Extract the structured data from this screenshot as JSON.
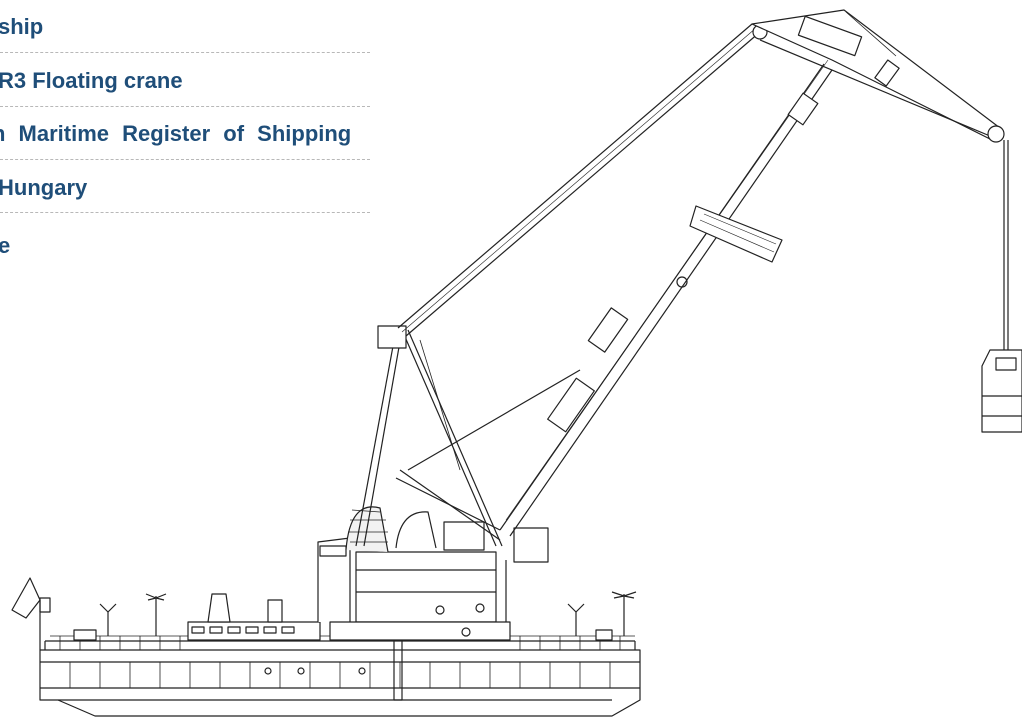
{
  "specs": {
    "row1": "ship",
    "row2": "R3 Floating crane",
    "row3": "n Maritime Register of Shipping",
    "row4": "Hungary",
    "row5": "e"
  },
  "colors": {
    "text": "#1f4e79",
    "line": "#222222",
    "divider": "#b8b8b8"
  }
}
